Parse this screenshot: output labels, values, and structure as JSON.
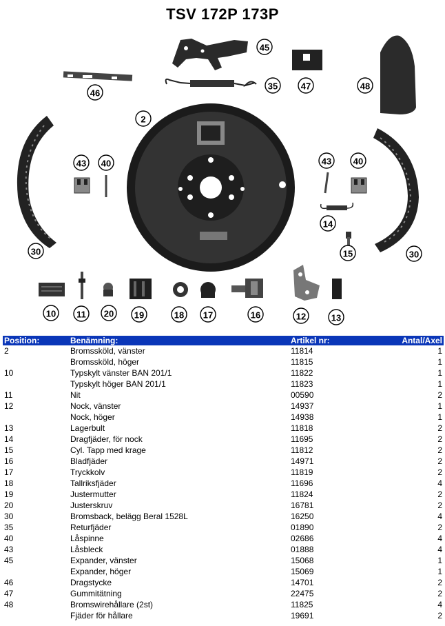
{
  "title": "TSV 172P 173P",
  "callouts": [
    "45",
    "46",
    "35",
    "47",
    "48",
    "2",
    "43",
    "40",
    "43",
    "40",
    "14",
    "15",
    "30",
    "30",
    "10",
    "11",
    "20",
    "19",
    "18",
    "17",
    "16",
    "12",
    "13"
  ],
  "table": {
    "headers": [
      "Position:",
      "Benämning:",
      "Artikel nr:",
      "Antal/Axel"
    ],
    "rows": [
      [
        "2",
        "Bromssköld, vänster",
        "11814",
        "1"
      ],
      [
        "",
        "Bromssköld, höger",
        "11815",
        "1"
      ],
      [
        "10",
        "Typskylt vänster BAN 201/1",
        "11822",
        "1"
      ],
      [
        "",
        "Typskylt höger BAN 201/1",
        "11823",
        "1"
      ],
      [
        "11",
        "Nit",
        "00590",
        "2"
      ],
      [
        "12",
        "Nock, vänster",
        "14937",
        "1"
      ],
      [
        "",
        "Nock, höger",
        "14938",
        "1"
      ],
      [
        "13",
        "Lagerbult",
        "11818",
        "2"
      ],
      [
        "14",
        "Dragfjäder, för nock",
        "11695",
        "2"
      ],
      [
        "15",
        "Cyl. Tapp med krage",
        "11812",
        "2"
      ],
      [
        "16",
        "Bladfjäder",
        "14971",
        "2"
      ],
      [
        "17",
        "Tryckkolv",
        "11819",
        "2"
      ],
      [
        "18",
        "Tallriksfjäder",
        "11696",
        "4"
      ],
      [
        "19",
        "Justermutter",
        "11824",
        "2"
      ],
      [
        "20",
        "Justerskruv",
        "16781",
        "2"
      ],
      [
        "30",
        "Bromsback, belägg Beral 1528L",
        "16250",
        "4"
      ],
      [
        "35",
        "Returfjäder",
        "01890",
        "2"
      ],
      [
        "40",
        "Låspinne",
        "02686",
        "4"
      ],
      [
        "43",
        "Låsbleck",
        "01888",
        "4"
      ],
      [
        "45",
        "Expander, vänster",
        "15068",
        "1"
      ],
      [
        "",
        "Expander, höger",
        "15069",
        "1"
      ],
      [
        "46",
        "Dragstycke",
        "14701",
        "2"
      ],
      [
        "47",
        "Gummitätning",
        "22475",
        "2"
      ],
      [
        "48",
        "Bromswirehållare (2st)",
        "11825",
        "4"
      ],
      [
        "",
        "Fjäder för hållare",
        "19691",
        "2"
      ]
    ]
  }
}
